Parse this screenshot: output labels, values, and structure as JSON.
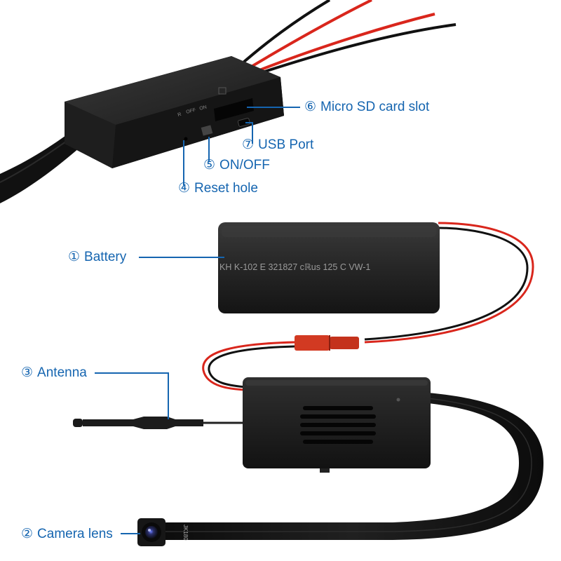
{
  "colors": {
    "label": "#1565b0",
    "device_black": "#1b1b1b",
    "wire_red": "#d9261c",
    "connector_red": "#d23a22"
  },
  "labels": {
    "sd_slot": {
      "num": "⑥",
      "text": "Micro SD card slot"
    },
    "usb_port": {
      "num": "⑦",
      "text": "USB Port"
    },
    "on_off": {
      "num": "⑤",
      "text": "ON/OFF"
    },
    "reset_hole": {
      "num": "④",
      "text": "Reset hole"
    },
    "battery": {
      "num": "①",
      "text": "Battery"
    },
    "antenna": {
      "num": "③",
      "text": "Antenna"
    },
    "camera_lens": {
      "num": "②",
      "text": "Camera lens"
    }
  },
  "device_markings": {
    "battery_text": "KH   K-102     E 321827   cℝus   125  C   VW-1",
    "switch_r": "R",
    "switch_off": "OFF",
    "switch_on": "ON",
    "ribbon_code": "JK180"
  }
}
